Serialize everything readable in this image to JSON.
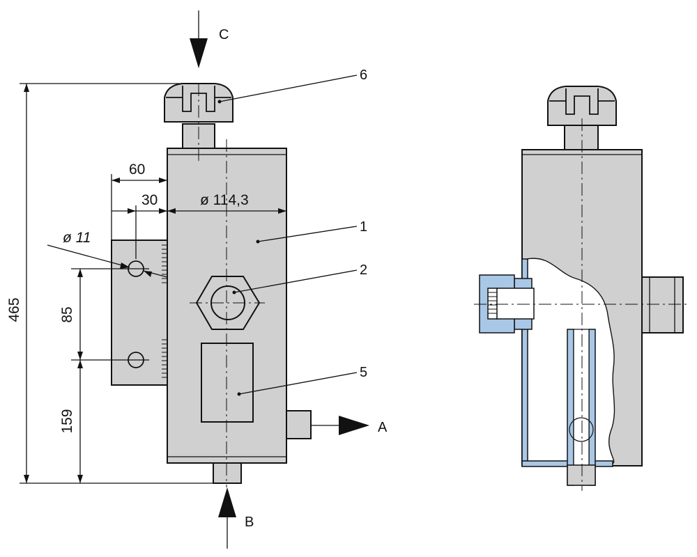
{
  "labels": {
    "flow_c": "C",
    "flow_a": "A",
    "flow_b": "B",
    "part_1": "1",
    "part_2": "2",
    "part_5": "5",
    "part_6": "6"
  },
  "dimensions": {
    "height": "465",
    "width_60": "60",
    "width_30": "30",
    "diameter_body": "ø 114,3",
    "diameter_hole": "ø 11",
    "spacing_85": "85",
    "spacing_159": "159"
  },
  "colors": {
    "body_fill": "#d0d0d0",
    "section_hatch": "#a9c7e6",
    "line": "#111111"
  }
}
